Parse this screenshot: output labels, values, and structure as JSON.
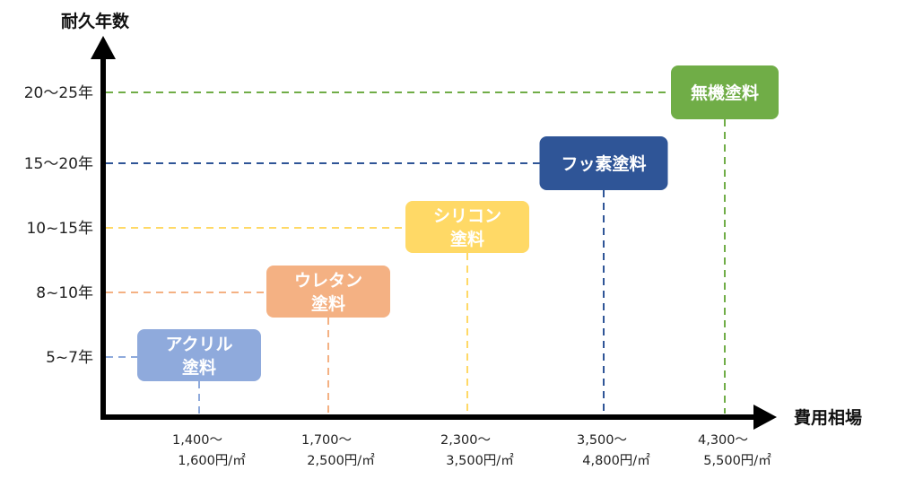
{
  "chart_data": {
    "type": "scatter",
    "title": "",
    "xlabel": "費用相場",
    "ylabel": "耐久年数",
    "y_categories": [
      "5~7年",
      "8~10年",
      "10~15年",
      "15〜20年",
      "20〜25年"
    ],
    "grid": false,
    "legend": "none",
    "series": [
      {
        "label_lines": [
          "アクリル",
          "塗料"
        ],
        "cost_lines": [
          "1,400〜",
          "1,600円/㎡"
        ],
        "durability": "5~7年",
        "color": "#8faadc"
      },
      {
        "label_lines": [
          "ウレタン",
          "塗料"
        ],
        "cost_lines": [
          "1,700〜",
          "2,500円/㎡"
        ],
        "durability": "8~10年",
        "color": "#f4b183"
      },
      {
        "label_lines": [
          "シリコン",
          "塗料"
        ],
        "cost_lines": [
          "2,300〜",
          "3,500円/㎡"
        ],
        "durability": "10~15年",
        "color": "#ffd966"
      },
      {
        "label_lines": [
          "フッ素塗料"
        ],
        "cost_lines": [
          "3,500〜",
          "4,800円/㎡"
        ],
        "durability": "15〜20年",
        "color": "#2f5597"
      },
      {
        "label_lines": [
          "無機塗料"
        ],
        "cost_lines": [
          "4,300〜",
          "5,500円/㎡"
        ],
        "durability": "20〜25年",
        "color": "#70ad47"
      }
    ],
    "colors": {
      "axis": "#000000",
      "text": "#111111"
    }
  }
}
